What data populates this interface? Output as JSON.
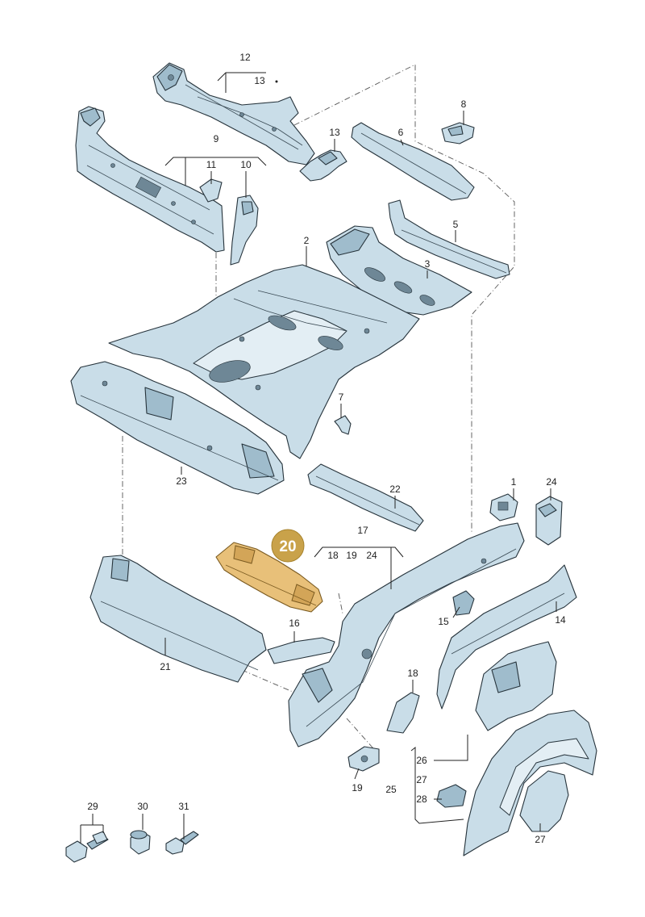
{
  "highlight": {
    "number": "20",
    "color": "#c9a24a"
  },
  "colors": {
    "part_fill": "#c9dde8",
    "part_edge": "#26333b",
    "highlight_fill": "#e8c079",
    "badge": "#c9a24a"
  },
  "labels": {
    "l12": "12",
    "l13a": "13",
    "l13b": "13",
    "l9": "9",
    "l11": "11",
    "l10": "10",
    "l6": "6",
    "l8": "8",
    "l5": "5",
    "l3": "3",
    "l2": "2",
    "l7": "7",
    "l23": "23",
    "l22": "22",
    "l17": "17",
    "l17_18": "18",
    "l17_19": "19",
    "l17_24": "24",
    "l1": "1",
    "l24": "24",
    "l21": "21",
    "l16": "16",
    "l15": "15",
    "l14": "14",
    "l18": "18",
    "l19": "19",
    "l26": "26",
    "l27a": "27",
    "l25": "25",
    "l28": "28",
    "l27b": "27",
    "l29": "29",
    "l30": "30",
    "l31": "31"
  }
}
